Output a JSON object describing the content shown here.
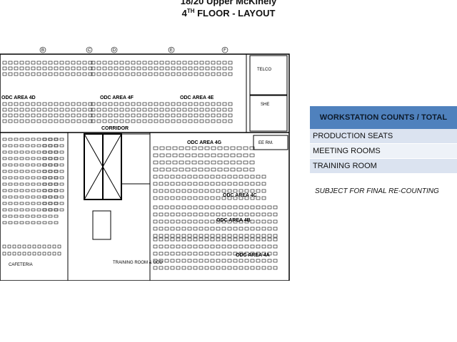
{
  "header": {
    "title_line1": "18/20 Upper McKinely",
    "title_line2_prefix": "4",
    "title_line2_sup": "TH",
    "title_line2_suffix": " FLOOR - LAYOUT"
  },
  "floorplan": {
    "labels": {
      "odc_4d": "ODC AREA 4D",
      "odc_4f": "ODC AREA 4F",
      "odc_4e": "ODC AREA 4E",
      "odc_4g": "ODC AREA 4G",
      "odc_4c": "ODC AREA 4C",
      "odc_4b": "ODC AREA 4B",
      "odc_4a": "ODC AREA 4A",
      "corridor": "CORRIDOR",
      "cafeteria": "CAFETERIA",
      "training": "TRAINING ROOM & ODD",
      "telco": "TELCO",
      "she": "SHE",
      "ee_rm": "EE RM."
    },
    "column_markers": [
      "B",
      "C",
      "D",
      "E",
      "F"
    ]
  },
  "workstation_table": {
    "header": "WORKSTATION COUNTS / TOTAL",
    "rows": [
      "PRODUCTION SEATS",
      "MEETING ROOMS",
      "TRAINING ROOM"
    ]
  },
  "note": "SUBJECT FOR FINAL RE-COUNTING"
}
